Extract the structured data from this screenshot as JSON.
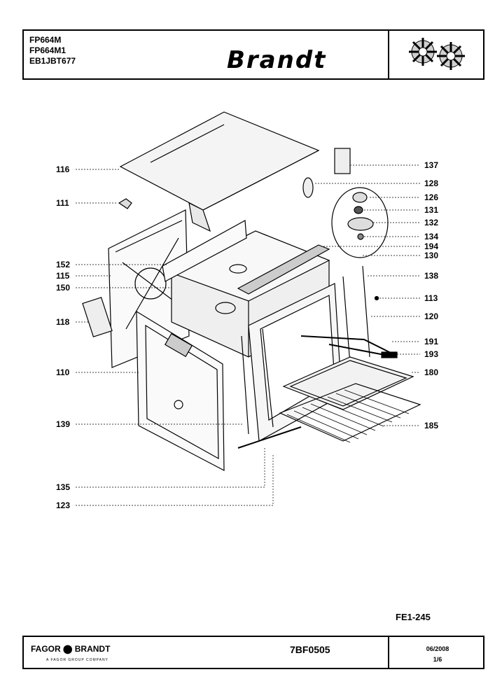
{
  "header": {
    "models": [
      "FP664M",
      "FP664M1",
      "EB1JBT677"
    ],
    "brand": "Brandt"
  },
  "labels_left": [
    "116",
    "111",
    "152",
    "115",
    "150",
    "118",
    "110",
    "139",
    "135",
    "123"
  ],
  "labels_right": [
    "137",
    "128",
    "126",
    "131",
    "132",
    "134",
    "194",
    "130",
    "138",
    "113",
    "120",
    "191",
    "193",
    "180",
    "185"
  ],
  "sheet_ref": "FE1-245",
  "footer": {
    "company": "FAGOR ⬤ BRANDT",
    "tagline": "A FAGOR GROUP COMPANY",
    "doc_code": "7BF0505",
    "date": "06/2008",
    "page": "1/6"
  },
  "colors": {
    "ink": "#000000",
    "paper": "#ffffff",
    "shade": "#d9d9d9"
  }
}
